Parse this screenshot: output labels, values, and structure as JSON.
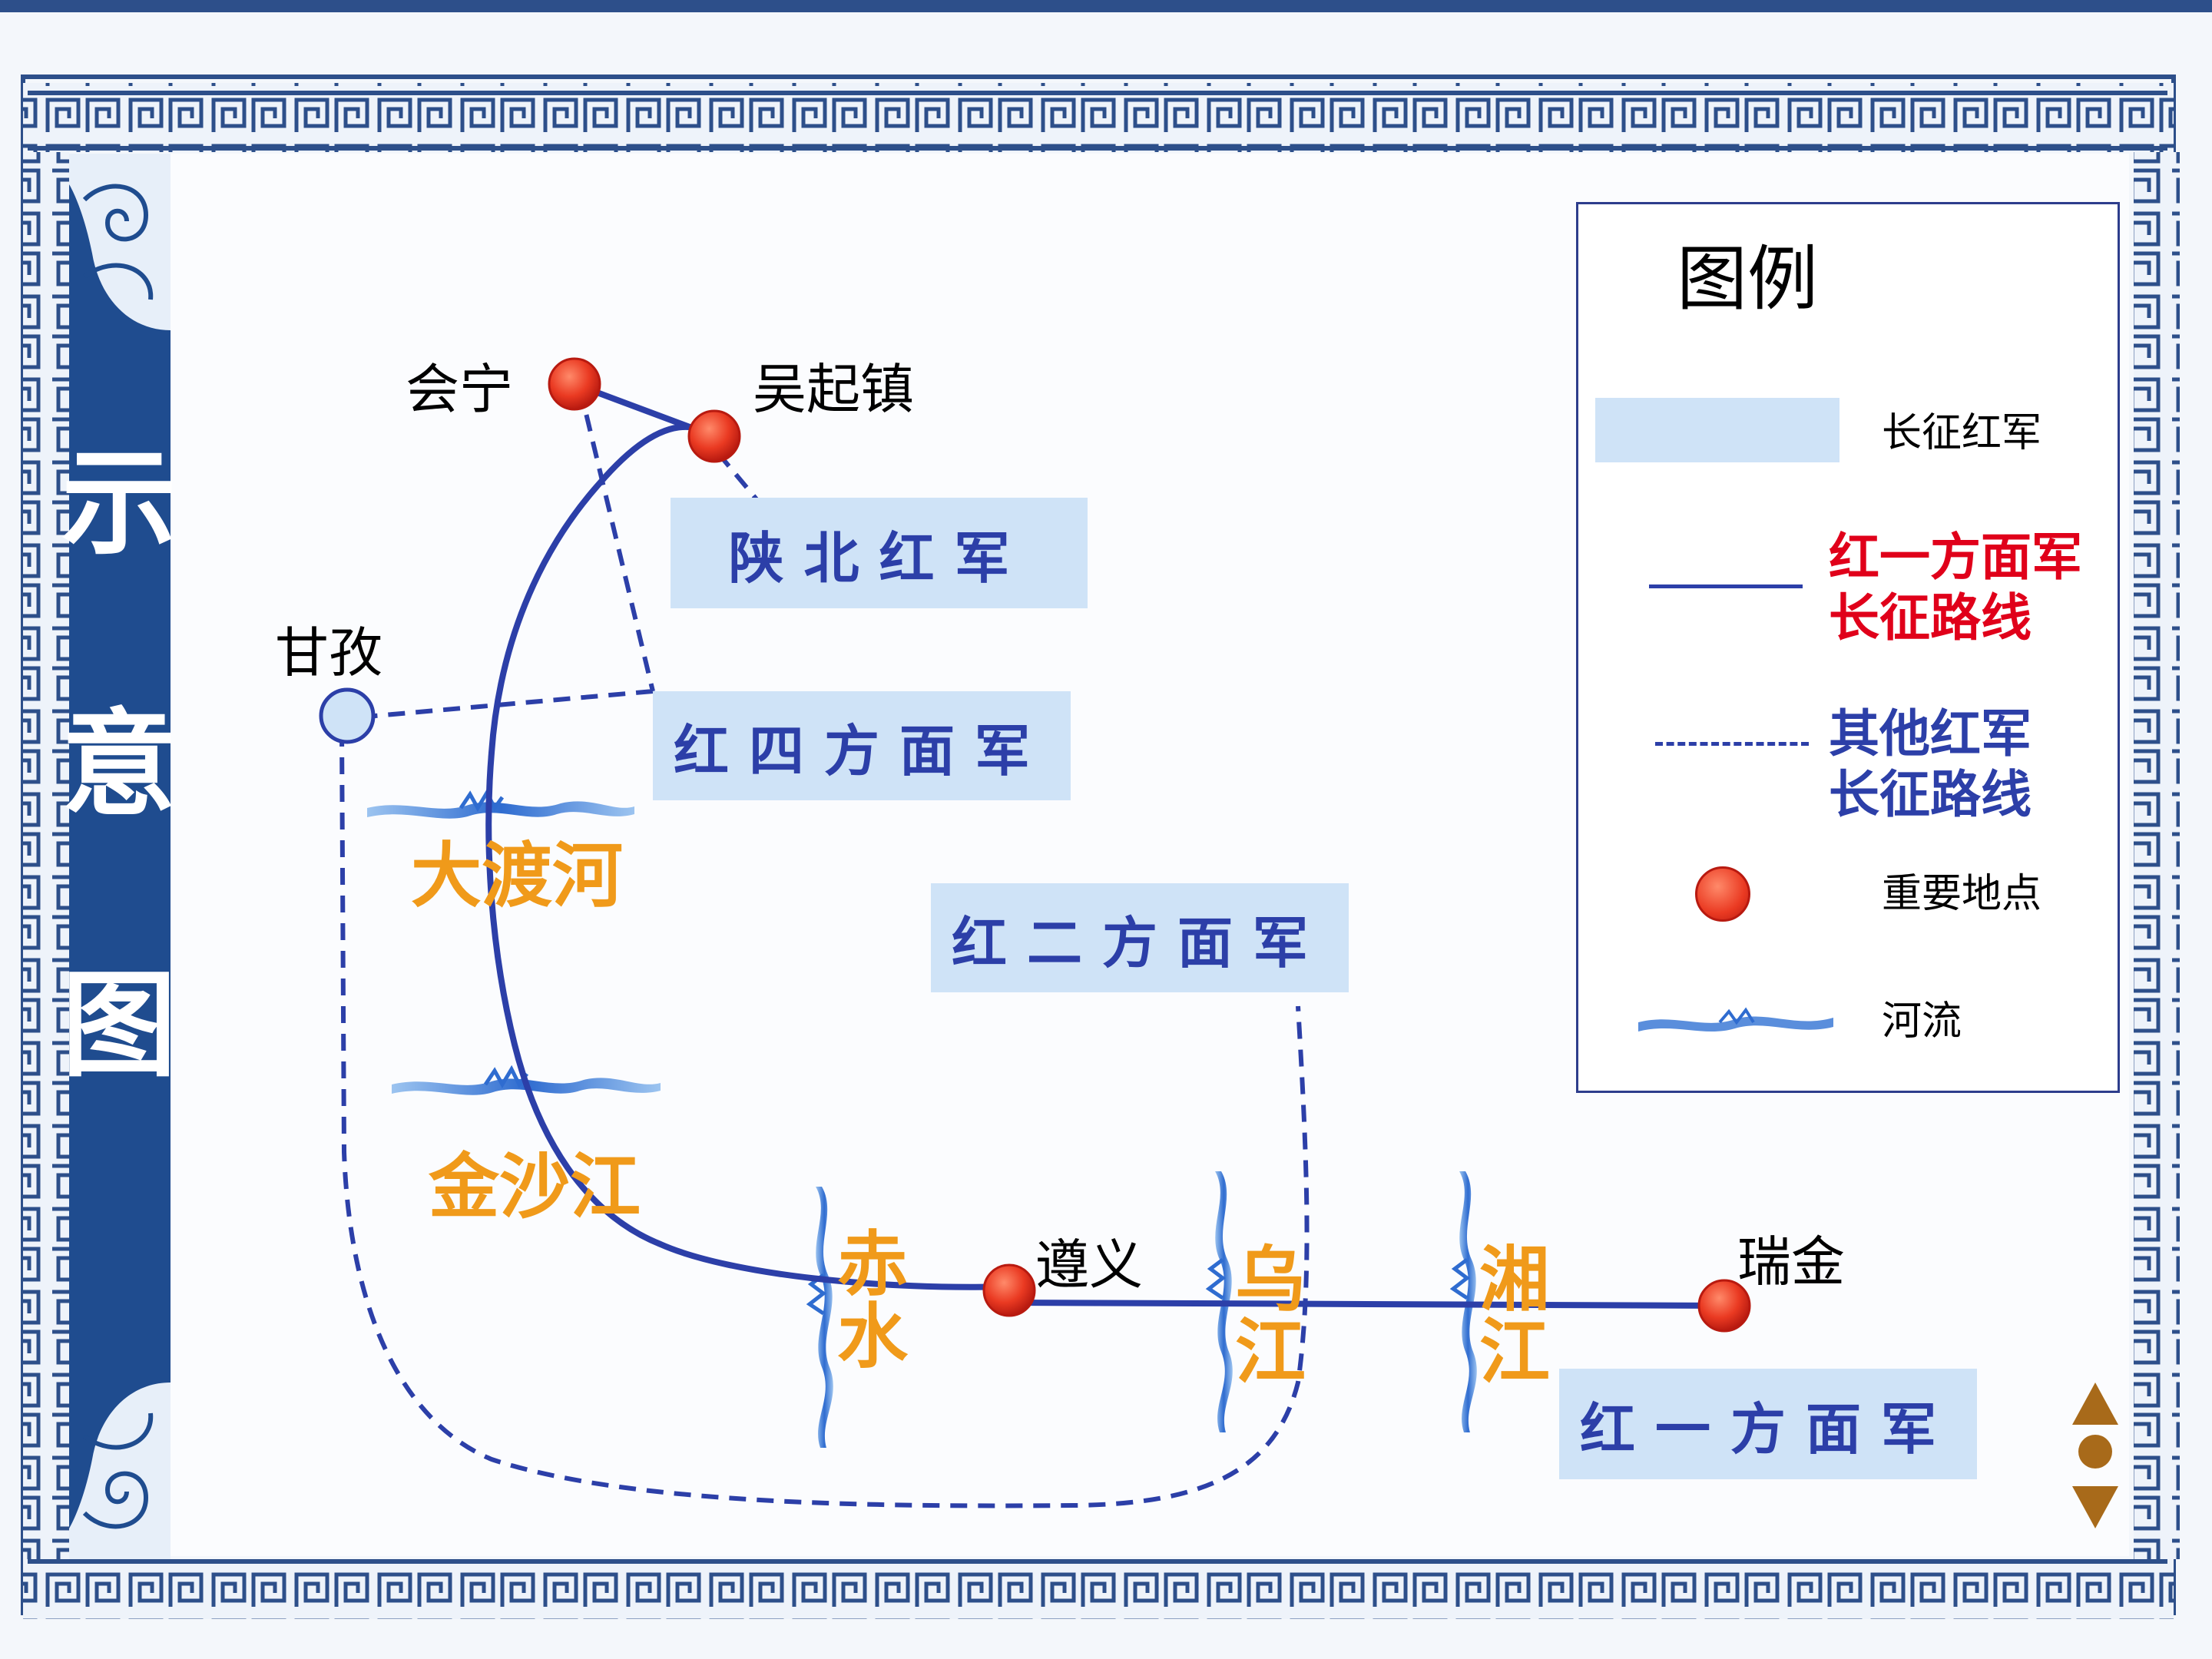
{
  "sidebar_title": [
    "示",
    "意",
    "图"
  ],
  "places": {
    "huining": "会宁",
    "wuqizhen": "吴起镇",
    "ganzi": "甘孜",
    "zunyi": "遵义",
    "ruijin": "瑞金"
  },
  "rivers": {
    "dadu": "大渡河",
    "jinsha": "金沙江",
    "chishui": [
      "赤",
      "水"
    ],
    "wujiang": [
      "乌",
      "江"
    ],
    "xiangjiang": [
      "湘",
      "江"
    ]
  },
  "armies": {
    "shaanbei": "陕北红军",
    "fourth": "红四方面军",
    "second": "红二方面军",
    "first": "红一方面军"
  },
  "legend": {
    "title": "图例",
    "items": [
      {
        "symbol": "blue-box",
        "label": "长征红军",
        "color": "#000000"
      },
      {
        "symbol": "solid-line",
        "label": [
          "红一方面军",
          "长征路线"
        ],
        "color": "#e0001a"
      },
      {
        "symbol": "dashed-line",
        "label": [
          "其他红军",
          "长征路线"
        ],
        "color": "#2c3fa8"
      },
      {
        "symbol": "red-dot",
        "label": "重要地点",
        "color": "#000000"
      },
      {
        "symbol": "river",
        "label": "河流",
        "color": "#000000"
      }
    ]
  },
  "colors": {
    "route": "#2c3fa8",
    "river_label": "#f09a1a",
    "army_box": "#cfe3f7",
    "site_dot": "#e8331f",
    "frame": "#2d4f8a"
  }
}
